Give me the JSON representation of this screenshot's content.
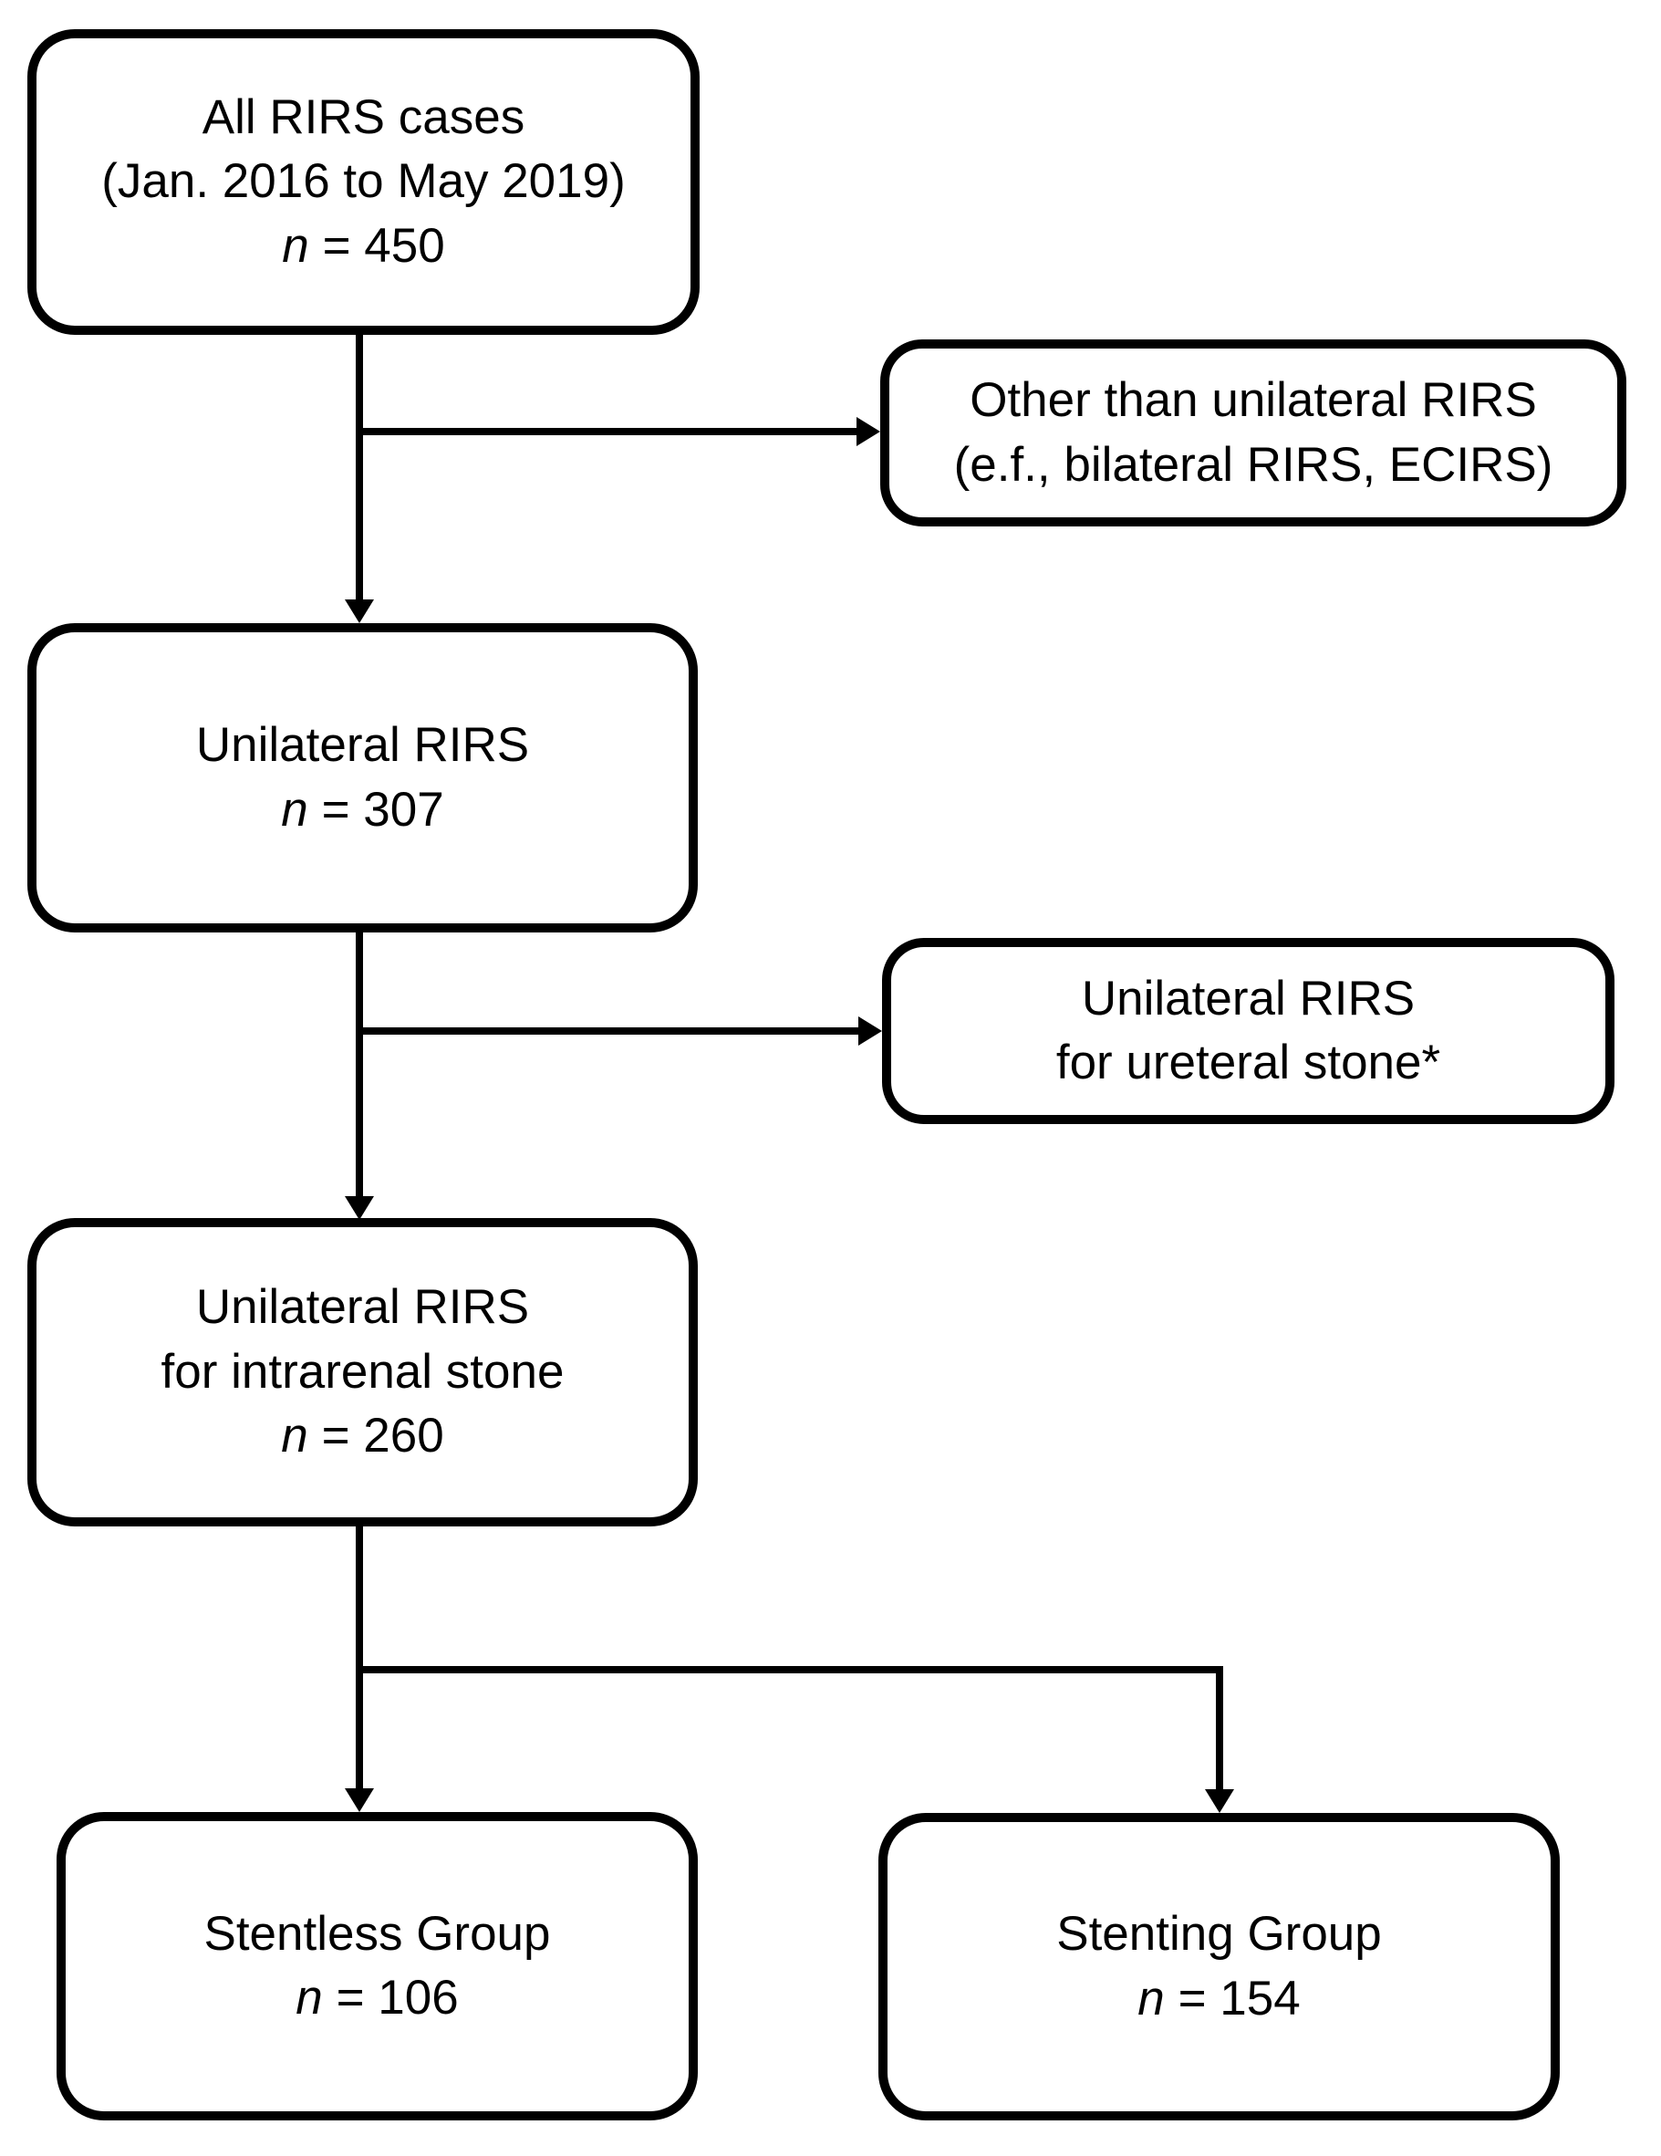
{
  "diagram": {
    "type": "flowchart",
    "background_color": "#ffffff",
    "stroke_color": "#000000",
    "boxes": {
      "all_cases": {
        "lines": [
          "All RIRS cases",
          "(Jan. 2016 to May 2019)"
        ],
        "n_symbol": "n",
        "n_value": "= 450"
      },
      "other_than_unilateral": {
        "lines": [
          "Other than unilateral RIRS",
          "(e.f., bilateral RIRS, ECIRS)"
        ]
      },
      "unilateral": {
        "lines": [
          "Unilateral RIRS"
        ],
        "n_symbol": "n",
        "n_value": "= 307"
      },
      "ureteral_stone": {
        "lines": [
          "Unilateral RIRS",
          "for ureteral stone*"
        ]
      },
      "intrarenal_stone": {
        "lines": [
          "Unilateral RIRS",
          "for intrarenal stone"
        ],
        "n_symbol": "n",
        "n_value": "= 260"
      },
      "stentless_group": {
        "lines": [
          "Stentless Group"
        ],
        "n_symbol": "n",
        "n_value": "= 106"
      },
      "stenting_group": {
        "lines": [
          "Stenting Group"
        ],
        "n_symbol": "n",
        "n_value": "= 154"
      }
    }
  }
}
